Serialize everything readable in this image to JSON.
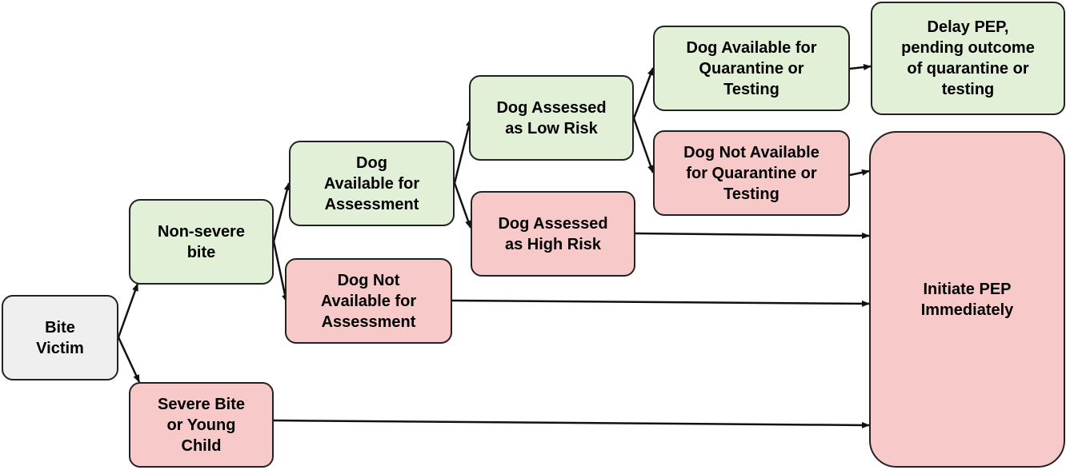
{
  "diagram": {
    "nodes": {
      "bite_victim": {
        "label": "Bite\nVictim",
        "color": "#efefef"
      },
      "non_severe": {
        "label": "Non-severe\nbite",
        "color": "#e3f0d8"
      },
      "severe": {
        "label": "Severe Bite\nor Young\nChild",
        "color": "#f8c9c9"
      },
      "dog_available_assessment": {
        "label": "Dog\nAvailable for\nAssessment",
        "color": "#e3f0d8"
      },
      "dog_not_available_assessment": {
        "label": "Dog Not\nAvailable for\nAssessment",
        "color": "#f8c9c9"
      },
      "low_risk": {
        "label": "Dog Assessed\nas Low Risk",
        "color": "#e3f0d8"
      },
      "high_risk": {
        "label": "Dog Assessed\nas High Risk",
        "color": "#f8c9c9"
      },
      "available_quarantine": {
        "label": "Dog Available for\nQuarantine or\nTesting",
        "color": "#e3f0d8"
      },
      "not_available_quarantine": {
        "label": "Dog Not Available\nfor Quarantine or\nTesting",
        "color": "#f8c9c9"
      },
      "delay_pep": {
        "label": "Delay PEP,\npending outcome\nof quarantine or\ntesting",
        "color": "#e3f0d8"
      },
      "initiate_pep": {
        "label": "Initiate PEP\nImmediately",
        "color": "#f8c9c9"
      }
    },
    "edges": [
      {
        "from": "bite_victim",
        "to": "non_severe"
      },
      {
        "from": "bite_victim",
        "to": "severe"
      },
      {
        "from": "non_severe",
        "to": "dog_available_assessment"
      },
      {
        "from": "non_severe",
        "to": "dog_not_available_assessment"
      },
      {
        "from": "dog_available_assessment",
        "to": "low_risk"
      },
      {
        "from": "dog_available_assessment",
        "to": "high_risk"
      },
      {
        "from": "low_risk",
        "to": "available_quarantine"
      },
      {
        "from": "low_risk",
        "to": "not_available_quarantine"
      },
      {
        "from": "available_quarantine",
        "to": "delay_pep"
      },
      {
        "from": "not_available_quarantine",
        "to": "initiate_pep"
      },
      {
        "from": "high_risk",
        "to": "initiate_pep"
      },
      {
        "from": "dog_not_available_assessment",
        "to": "initiate_pep"
      },
      {
        "from": "severe",
        "to": "initiate_pep"
      }
    ]
  }
}
